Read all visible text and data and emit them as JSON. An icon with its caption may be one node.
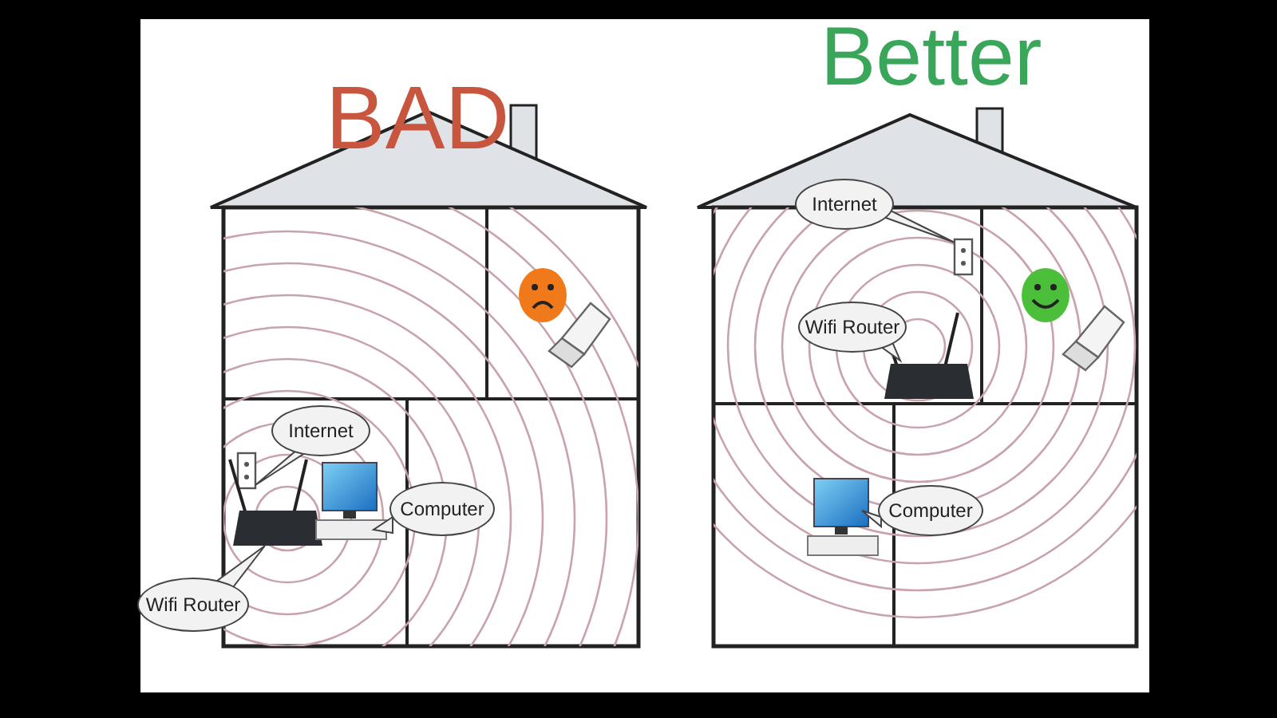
{
  "diagram": {
    "nodes": [
      {
        "text": [
          "BAD"
        ]
      },
      {
        "text": [
          "Internet"
        ],
        "in": 0
      },
      {
        "text": [
          "Computer"
        ],
        "in": 0
      },
      {
        "text": [
          "Wifi Router"
        ],
        "in": 0
      },
      {
        "text": [
          "Better"
        ]
      },
      {
        "text": [
          "Internet"
        ],
        "in": 4
      },
      {
        "text": [
          "Wifi Router"
        ],
        "in": 4
      },
      {
        "text": [
          "Computer"
        ],
        "in": 4
      }
    ]
  }
}
